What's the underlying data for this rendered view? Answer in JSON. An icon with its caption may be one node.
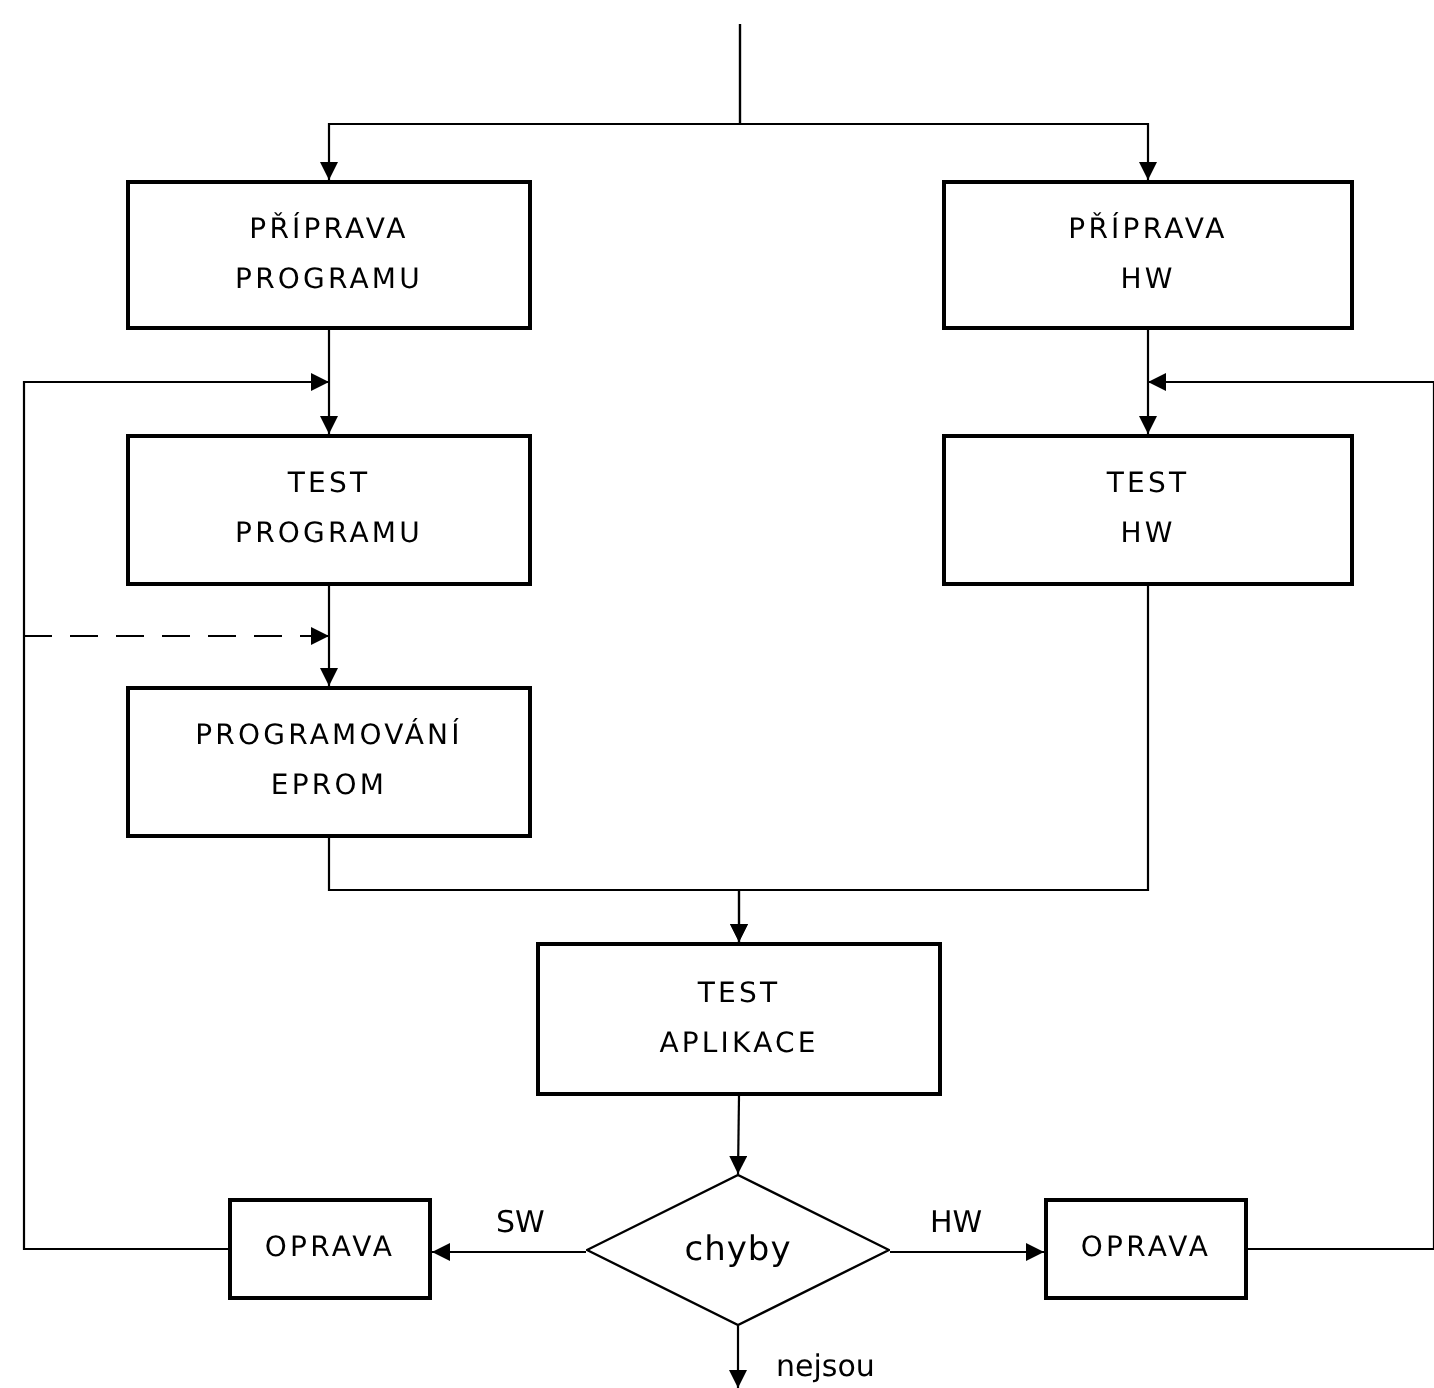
{
  "diagram": {
    "nodes": [
      {
        "text": [
          "PŘÍPRAVA PROGRAMU"
        ]
      },
      {
        "text": [
          "PŘÍPRAVA HW"
        ]
      },
      {
        "text": [
          "TEST PROGRAMU"
        ]
      },
      {
        "text": [
          "TEST HW"
        ]
      },
      {
        "text": [
          "PROGRAMOVÁNÍ EPROM"
        ]
      },
      {
        "text": [
          "TEST APLIKACE"
        ]
      },
      {
        "text": [
          "chyby"
        ]
      },
      {
        "text": [
          "OPRAVA"
        ]
      },
      {
        "text": [
          "OPRAVA"
        ]
      }
    ],
    "edges": [
      {
        "from": null,
        "to": 0,
        "arrow": "to"
      },
      {
        "from": null,
        "to": 1,
        "arrow": "to"
      },
      {
        "from": 0,
        "to": 2,
        "arrow": "to"
      },
      {
        "from": 1,
        "to": 3,
        "arrow": "to"
      },
      {
        "from": 2,
        "to": 4,
        "arrow": "to"
      },
      {
        "from": 4,
        "to": 5,
        "arrow": "to"
      },
      {
        "from": 3,
        "to": 5,
        "arrow": "to"
      },
      {
        "from": 5,
        "to": 6,
        "arrow": "to"
      },
      {
        "from": 6,
        "to": 7,
        "arrow": "to",
        "label": "SW"
      },
      {
        "from": 6,
        "to": 8,
        "arrow": "to",
        "label": "HW"
      },
      {
        "from": 7,
        "to": 2,
        "arrow": "to"
      },
      {
        "from": 8,
        "to": 3,
        "arrow": "to"
      },
      {
        "from": null,
        "to": 4,
        "arrow": "to",
        "style": "dashed"
      },
      {
        "from": 6,
        "to": null,
        "arrow": "to",
        "label": "nejsou"
      }
    ]
  }
}
